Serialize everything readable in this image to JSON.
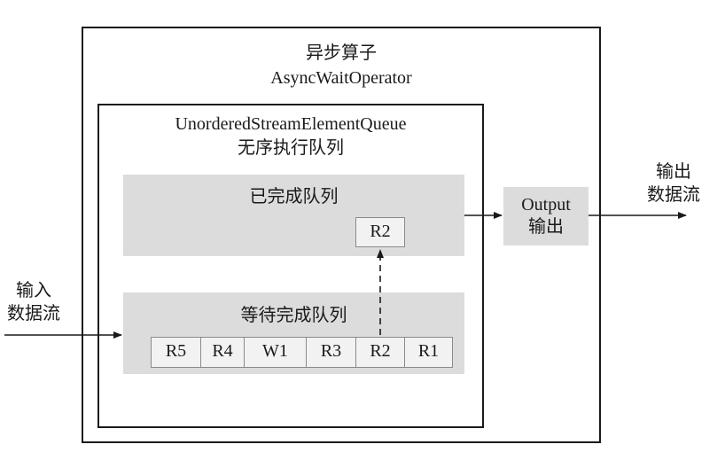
{
  "operator": {
    "title_cn": "异步算子",
    "title_en": "AsyncWaitOperator"
  },
  "queue": {
    "title_en": "UnorderedStreamElementQueue",
    "title_cn": "无序执行队列"
  },
  "completed_queue": {
    "label": "已完成队列",
    "item": "R2"
  },
  "waiting_queue": {
    "label": "等待完成队列",
    "items": [
      "R5",
      "R4",
      "W1",
      "R3",
      "R2",
      "R1"
    ]
  },
  "output": {
    "line1": "Output",
    "line2": "输出"
  },
  "input_stream": {
    "line1": "输入",
    "line2": "数据流"
  },
  "output_stream": {
    "line1": "输出",
    "line2": "数据流"
  }
}
